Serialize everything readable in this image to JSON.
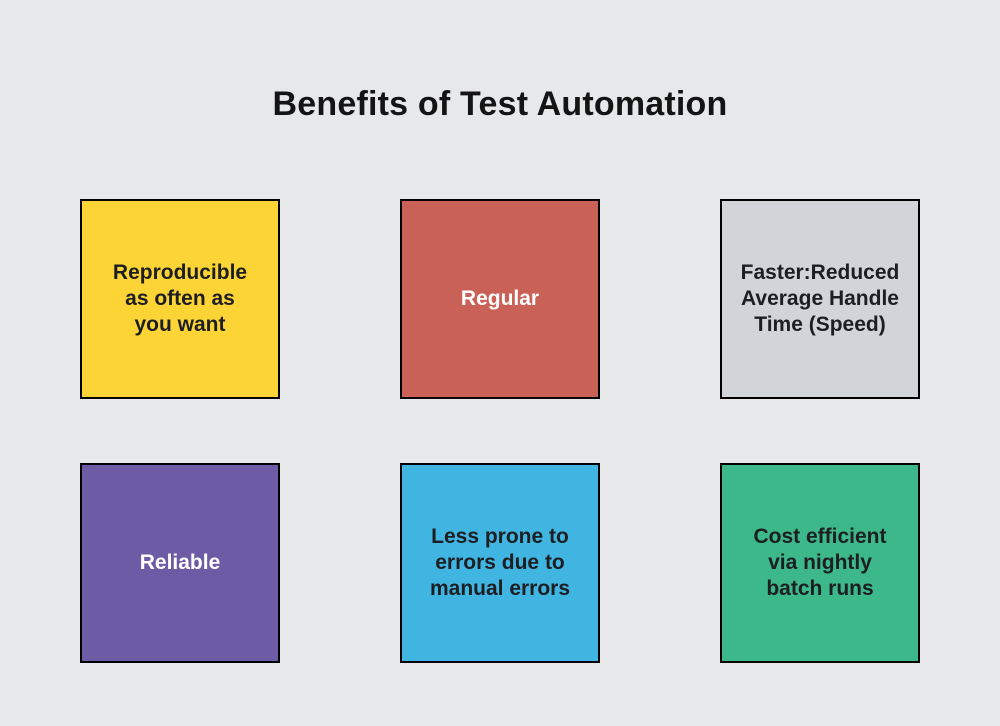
{
  "title": "Benefits of Test Automation",
  "colors": {
    "background": "#E7E8EA",
    "border": "#000000",
    "dark_text": "#1C1E21",
    "light_text": "#FFFFFF"
  },
  "cards": [
    {
      "id": "reproducible",
      "label": "Reproducible\nas often as\nyou want",
      "bg": "#FCD436",
      "fg": "#1C1E21"
    },
    {
      "id": "regular",
      "label": "Regular",
      "bg": "#C96156",
      "fg": "#FFFFFF"
    },
    {
      "id": "faster",
      "label": "Faster:Reduced\nAverage Handle\nTime (Speed)",
      "bg": "#D1D5D9",
      "fg": "#1C1E21"
    },
    {
      "id": "reliable",
      "label": "Reliable",
      "bg": "#6D5CA5",
      "fg": "#FFFFFF"
    },
    {
      "id": "less-errors",
      "label": "Less prone to\nerrors due to\nmanual errors",
      "bg": "#41B5E2",
      "fg": "#1C1E21"
    },
    {
      "id": "cost-efficient",
      "label": "Cost efficient\nvia nightly\nbatch runs",
      "bg": "#3DB88A",
      "fg": "#1C1E21"
    }
  ]
}
